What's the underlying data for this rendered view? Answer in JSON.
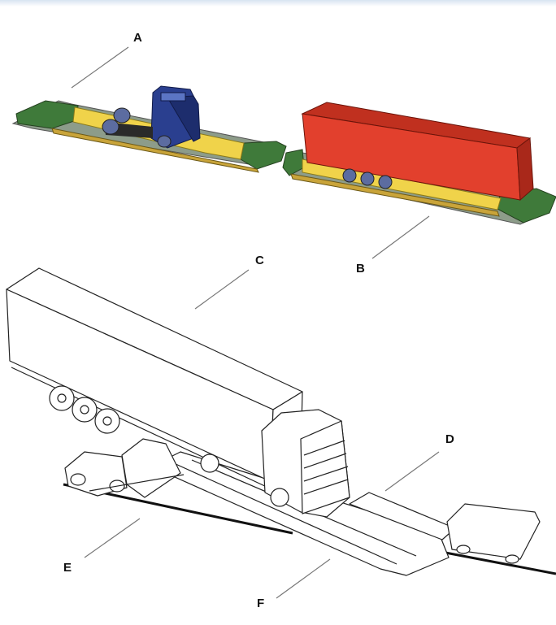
{
  "labels": {
    "a": "A",
    "b": "B",
    "c": "C",
    "d": "D",
    "e": "E",
    "f": "F"
  },
  "colors": {
    "wagon_frame": "#3f7a3a",
    "wagon_deck": "#f0d34a",
    "tractor_cab": "#2a3f8f",
    "trailer": "#e2402d",
    "outline": "#222222"
  }
}
